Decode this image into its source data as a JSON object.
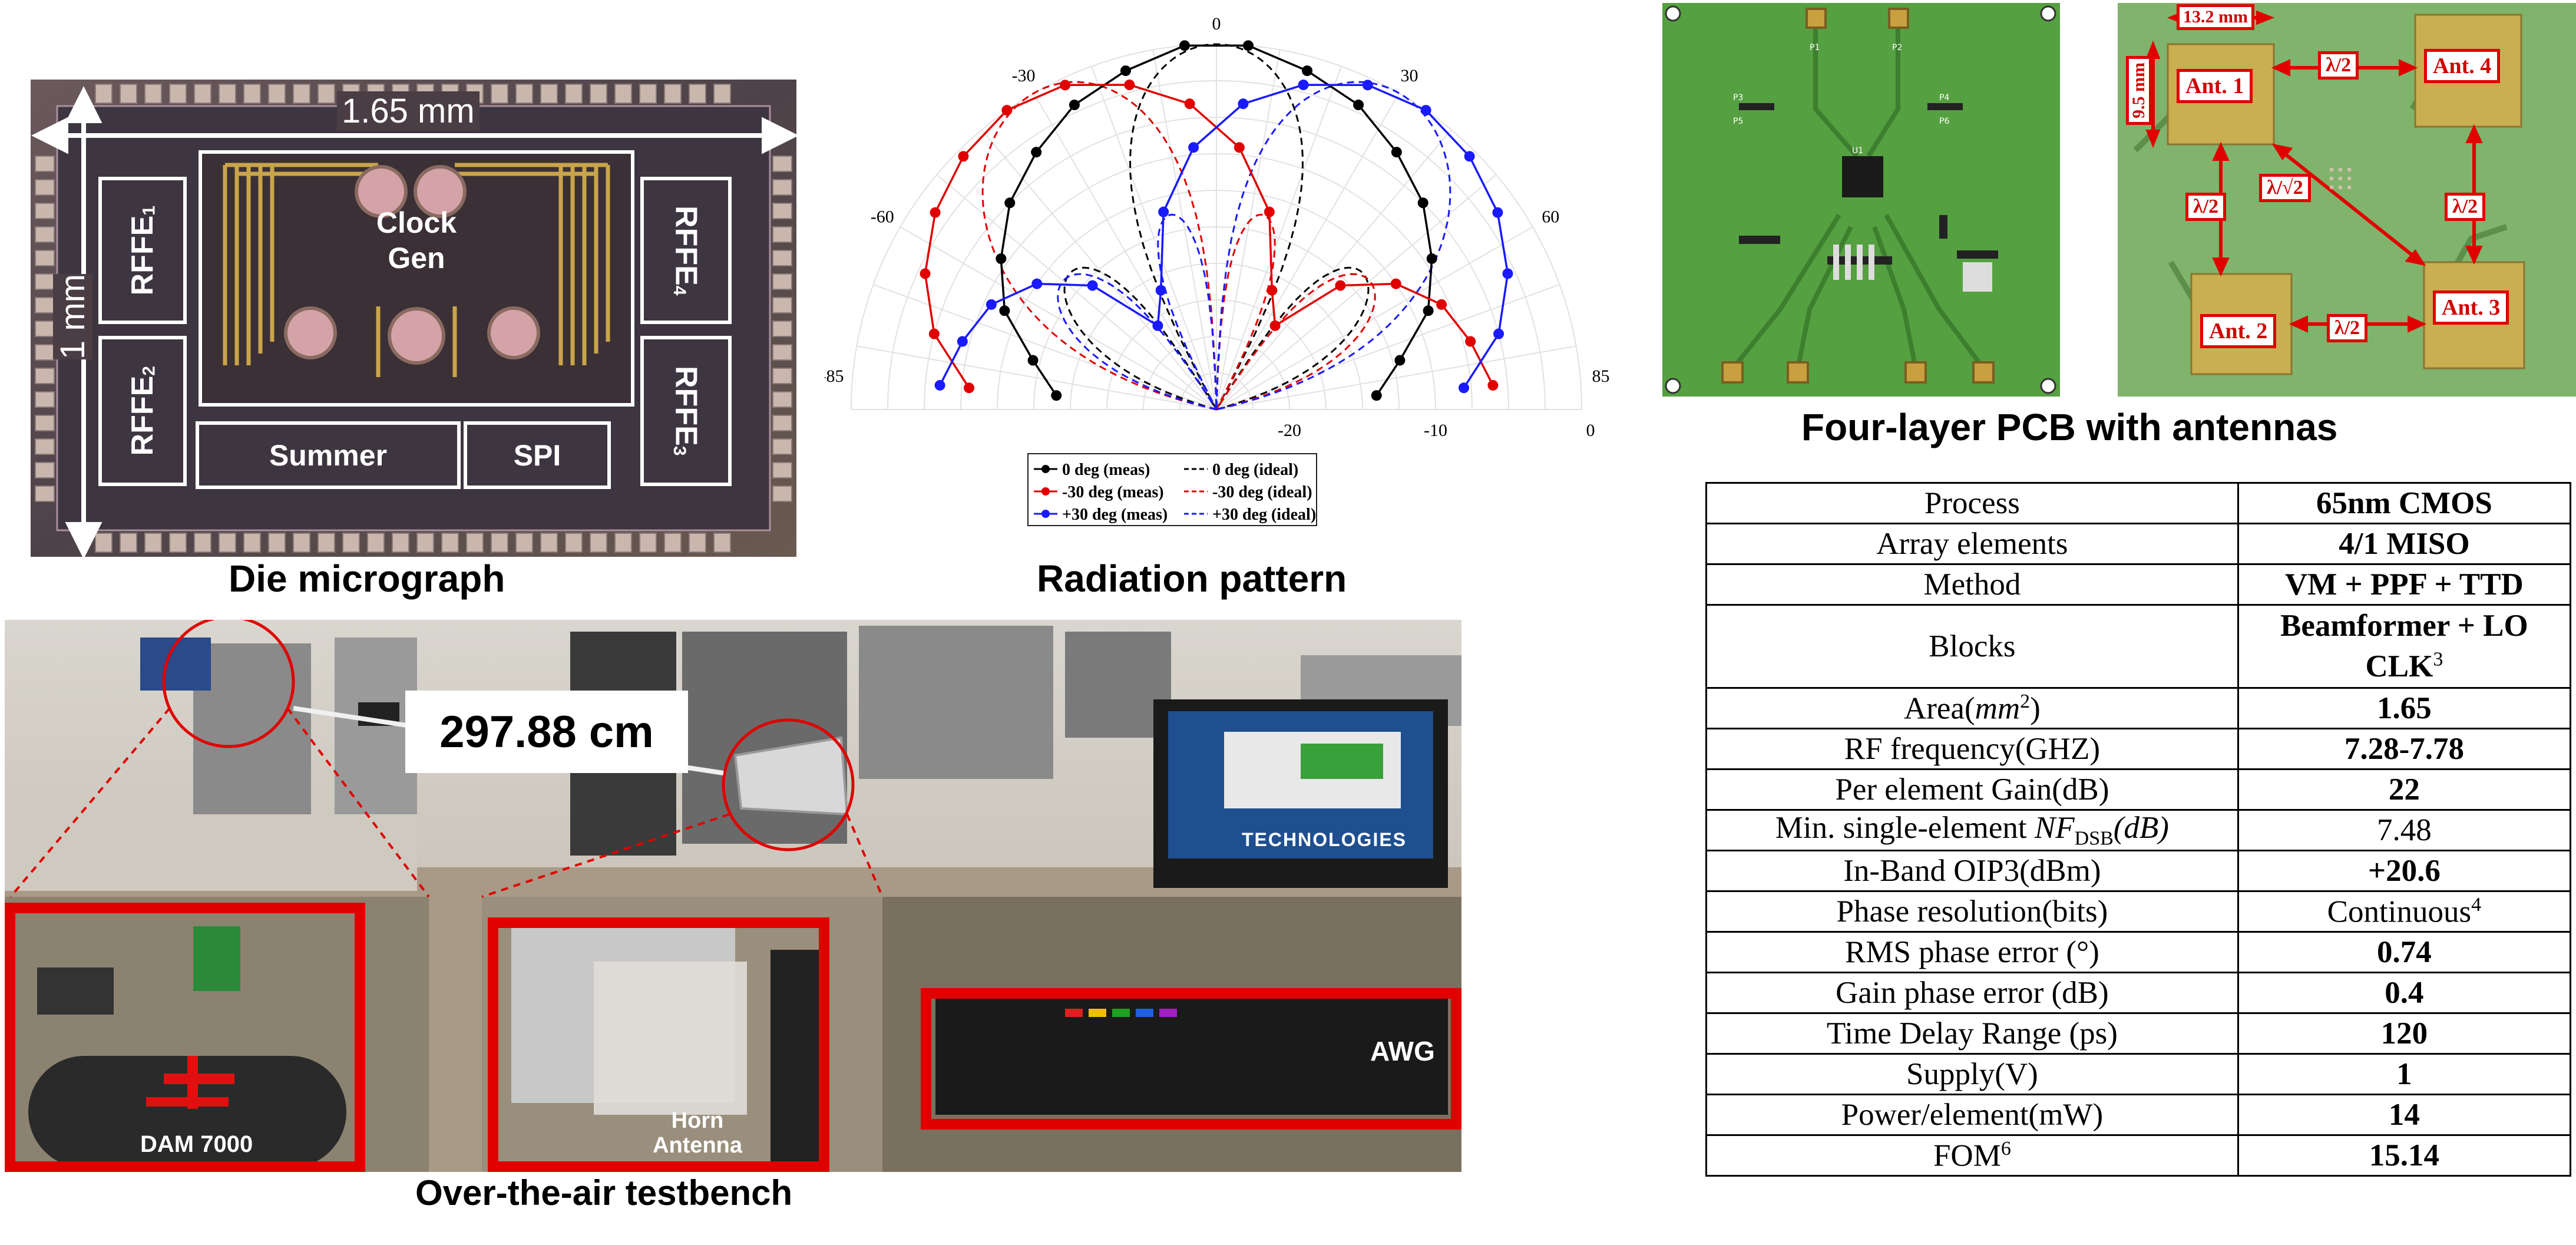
{
  "captions": {
    "die": "Die micrograph",
    "radiation": "Radiation pattern",
    "pcb": "Four-layer PCB with antennas",
    "testbench": "Over-the-air testbench"
  },
  "die": {
    "width_dim": "1.65 mm",
    "height_dim": "1 mm",
    "blocks": {
      "rffe1": "RFFE",
      "rffe1_sub": "1",
      "rffe2": "RFFE",
      "rffe2_sub": "2",
      "rffe3": "RFFE",
      "rffe3_sub": "3",
      "rffe4": "RFFE",
      "rffe4_sub": "4",
      "clock_line1": "Clock",
      "clock_line2": "Gen",
      "summer": "Summer",
      "spi": "SPI"
    }
  },
  "chart_data": {
    "type": "polar",
    "angle_ticks": [
      "0",
      "30",
      "60",
      "85",
      "-30",
      "-60",
      "-85"
    ],
    "radial_ticks": [
      "-20",
      "-10",
      "0"
    ],
    "legend": [
      {
        "label": "0 deg (meas)",
        "color": "#000000",
        "style": "solid-dots"
      },
      {
        "label": "0 deg (ideal)",
        "color": "#000000",
        "style": "dashed"
      },
      {
        "label": "-30 deg (meas)",
        "color": "#e00000",
        "style": "solid-dots"
      },
      {
        "label": "-30 deg (ideal)",
        "color": "#e00000",
        "style": "dashed"
      },
      {
        "label": "+30 deg (meas)",
        "color": "#1a1aff",
        "style": "solid-dots"
      },
      {
        "label": "+30 deg (ideal)",
        "color": "#1a1aff",
        "style": "dashed"
      }
    ],
    "series": [
      {
        "name": "0 deg (meas)",
        "color": "#000000",
        "kind": "meas",
        "angles": [
          -85,
          -75,
          -65,
          -55,
          -45,
          -35,
          -25,
          -15,
          -5,
          5,
          15,
          25,
          35,
          45,
          55,
          65,
          75,
          85
        ],
        "values": [
          -14,
          -12,
          -9,
          -7,
          -5,
          -3.5,
          -2,
          -1,
          0,
          0,
          -1,
          -2,
          -3.5,
          -5,
          -7,
          -9,
          -12,
          -14
        ]
      },
      {
        "name": "-30 deg (meas)",
        "color": "#e00000",
        "kind": "meas",
        "angles": [
          -85,
          -75,
          -65,
          -55,
          -45,
          -35,
          -25,
          -15,
          -5,
          5,
          15,
          25,
          35,
          45,
          55,
          65,
          75,
          85
        ],
        "values": [
          -8,
          -5,
          -3,
          -1.5,
          -0.5,
          0,
          -0.5,
          -2,
          -4,
          -7,
          -11,
          -16,
          -18,
          -13,
          -10,
          -8,
          -7,
          -6
        ]
      },
      {
        "name": "+30 deg (meas)",
        "color": "#1a1aff",
        "kind": "meas",
        "angles": [
          -85,
          -75,
          -65,
          -55,
          -45,
          -35,
          -25,
          -15,
          -5,
          5,
          15,
          25,
          35,
          45,
          55,
          65,
          75,
          85
        ],
        "values": [
          -6,
          -7,
          -8,
          -10,
          -13,
          -18,
          -16,
          -11,
          -7,
          -4,
          -2,
          -0.5,
          0,
          -0.5,
          -1.5,
          -3,
          -5,
          -8
        ]
      }
    ],
    "ideal": [
      {
        "name": "0 deg (ideal)",
        "color": "#000000",
        "steer": 0
      },
      {
        "name": "-30 deg (ideal)",
        "color": "#e00000",
        "steer": -30
      },
      {
        "name": "+30 deg (ideal)",
        "color": "#1a1aff",
        "steer": 30
      }
    ],
    "rlim": [
      -25,
      0
    ]
  },
  "pcb": {
    "ports": [
      "P1",
      "P2"
    ],
    "pins": [
      "P3",
      "P5",
      "P4",
      "P6",
      "U1"
    ],
    "dims": {
      "w": "13.2 mm",
      "h": "9.5 mm"
    },
    "ants": [
      "Ant. 1",
      "Ant. 4",
      "Ant. 2",
      "Ant. 3"
    ],
    "spacing": {
      "half": "λ/2",
      "diag": "λ/√2"
    }
  },
  "testbench": {
    "distance": "297.88 cm",
    "dam": "DAM 7000",
    "horn_line1": "Horn",
    "horn_line2": "Antenna",
    "awg": "AWG",
    "monitor_brand": "TECHNOLOGIES"
  },
  "table": {
    "rows": [
      {
        "param": "Process",
        "value": "65nm CMOS",
        "bold": true
      },
      {
        "param": "Array elements",
        "value": "4/1 MISO",
        "bold": true
      },
      {
        "param": "Method",
        "value": "VM + PPF + TTD",
        "bold": true
      },
      {
        "param": "Blocks",
        "value": "Beamformer + LO CLK",
        "sup": "3",
        "bold": true
      },
      {
        "param": "Area(",
        "param_math": "mm",
        "param_sup": "2",
        "param_tail": ")",
        "value": "1.65",
        "bold": true
      },
      {
        "param": "RF frequency(GHZ)",
        "value": "7.28-7.78",
        "bold": true
      },
      {
        "param": "Per element Gain(dB)",
        "value": "22",
        "bold": true
      },
      {
        "param": "Min. single-element ",
        "param_math": "NF",
        "param_sub": "DSB",
        "param_tail": "(dB)",
        "value": "7.48",
        "bold": false
      },
      {
        "param": "In-Band OIP3(dBm)",
        "value": "+20.6",
        "bold": true
      },
      {
        "param": "Phase resolution(bits)",
        "value": "Continuous",
        "sup": "4",
        "bold": false
      },
      {
        "param": "RMS phase error (°)",
        "value": "0.74",
        "bold": true
      },
      {
        "param": "Gain phase error (dB)",
        "value": "0.4",
        "bold": true
      },
      {
        "param": "Time Delay Range (ps)",
        "value": "120",
        "bold": true
      },
      {
        "param": "Supply(V)",
        "value": "1",
        "bold": true
      },
      {
        "param": "Power/element(mW)",
        "value": "14",
        "bold": true
      },
      {
        "param": "FOM",
        "param_sup": "6",
        "value": "15.14",
        "bold": true
      }
    ]
  }
}
